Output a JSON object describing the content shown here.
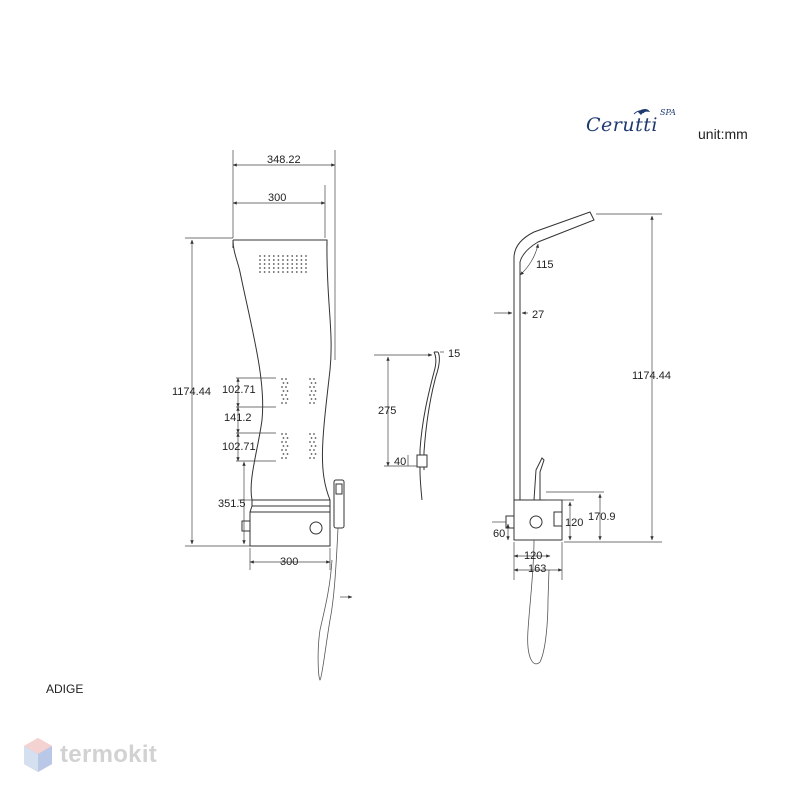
{
  "brand": {
    "name": "Cerutti",
    "suffix": "SPA"
  },
  "unit": "unit:mm",
  "model": "ADIGE",
  "watermark": "termokit",
  "colors": {
    "brand": "#1f3a6e",
    "line": "#333333",
    "watermark": "#d2d2d2"
  },
  "front_view": {
    "total_width": "348.22",
    "top_width": "300",
    "height": "1174.44",
    "jet_height_upper": "102.71",
    "jet_spacing": "141.2",
    "jet_height_lower": "102.71",
    "mixer_height": "351.5",
    "bottom_width": "300"
  },
  "hand_shower": {
    "head_width": "15",
    "length": "275",
    "holder": "40"
  },
  "side_view": {
    "arm_angle": "115",
    "pipe_diameter": "27",
    "height": "1174.44",
    "box_height": "120",
    "spout_height": "170.9",
    "foot_height": "60",
    "box_depth": "120",
    "total_depth": "163"
  }
}
